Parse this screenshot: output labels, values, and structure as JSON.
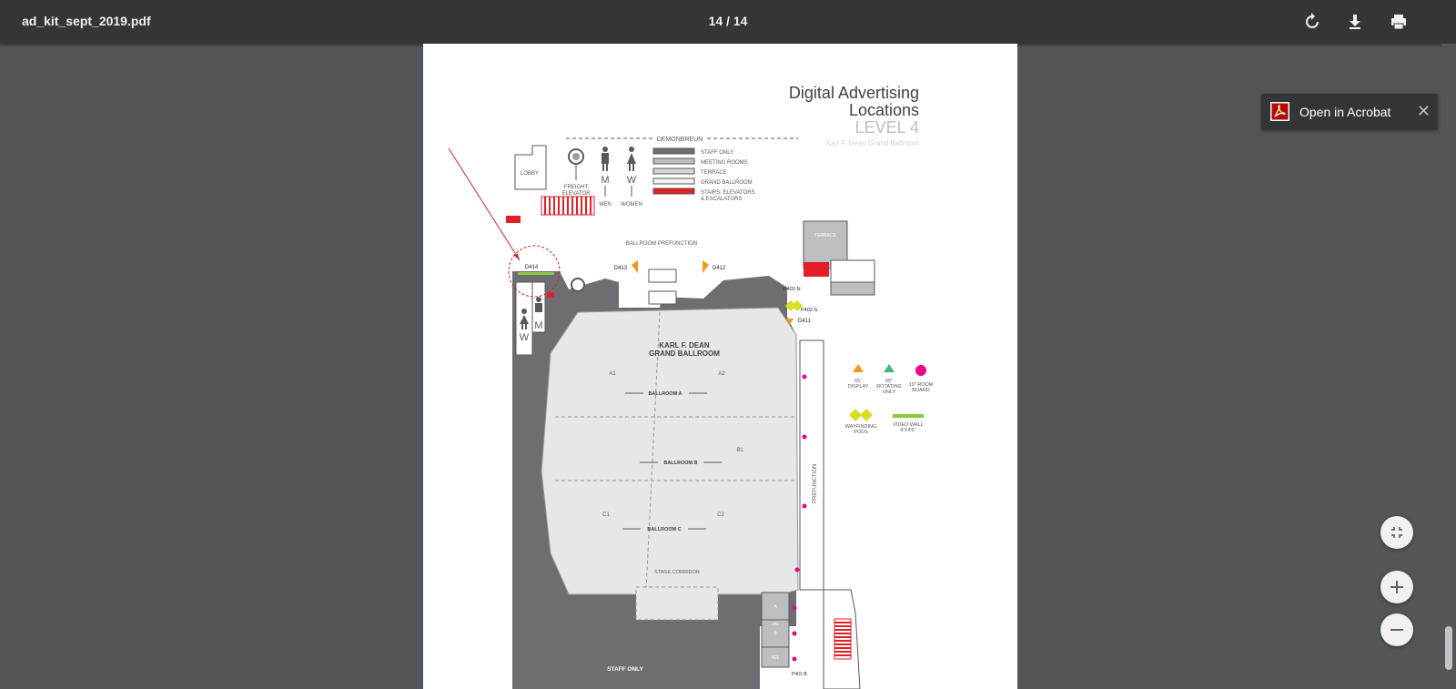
{
  "toolbar": {
    "filename": "ad_kit_sept_2019.pdf",
    "page_indicator": "14 / 14",
    "rotate_icon": "rotate-icon",
    "download_icon": "download-icon",
    "print_icon": "print-icon"
  },
  "acrobat_banner": {
    "label": "Open in Acrobat",
    "close": "✕"
  },
  "document": {
    "title_line1": "Digital Advertising",
    "title_line2": "Locations",
    "level": "LEVEL 4",
    "venue": "Karl F. Dean Grand Ballroom",
    "street": "DEMONBREUN",
    "legend_key": [
      "STAFF ONLY",
      "MEETING ROOMS",
      "TERRACE",
      "GRAND BALLROOM",
      "STAIRS, ELEVATORS",
      "& ESCALATORS"
    ],
    "freight_elevator_1": "FREIGHT",
    "freight_elevator_2": "ELEVATOR",
    "men_letter": "M",
    "women_letter": "W",
    "men_label": "MEN",
    "women_label": "WOMEN",
    "lobby": "LOBBY",
    "terrace": "TERRACE",
    "ballroom_prefunction": "BALLROOM PREFUNCTION",
    "d414": "D414",
    "d413": "D413",
    "d412": "D412",
    "d411": "D411",
    "p402n": "P402-N",
    "p402s": "P402-S",
    "p401": "P401-B",
    "ballroom_title_1": "KARL F. DEAN",
    "ballroom_title_2": "GRAND BALLROOM",
    "a1": "A1",
    "a2": "A2",
    "b1": "B1",
    "c1": "C1",
    "c2": "C2",
    "ballroom_a": "BALLROOM A",
    "ballroom_b": "BALLROOM B",
    "ballroom_c": "BALLROOM C",
    "stage_corridor": "STAGE CORRIDOR",
    "prefunction": "PREFUNCTION",
    "staff_only": "STAFF ONLY",
    "room_a": "A",
    "room_b": "B",
    "room_402": "402",
    "room_401": "401",
    "ad_legend": {
      "display_1": "65\"",
      "display_2": "DISPLAY",
      "rotating_1": "65\"",
      "rotating_2": "ROTATING",
      "rotating_3": "ONLY",
      "roomboard_1": "19\" ROOM",
      "roomboard_2": "BOARD",
      "pods_1": "WAYFINDING",
      "pods_2": "PODS",
      "videowall_1": "VIDEO WALL",
      "videowall_2": "8'X4'6\""
    }
  },
  "zoom": {
    "fit_icon": "fit-page-icon",
    "zoom_in_icon": "zoom-in-icon",
    "zoom_out_icon": "zoom-out-icon"
  },
  "colors": {
    "toolbar_bg": "#323639",
    "viewer_bg": "#525659",
    "staff_gray": "#6d6e71",
    "ballroom_fill": "#e6e7e8",
    "stairs_red": "#e21e26",
    "display_orange": "#f7941d",
    "rotating_green": "#3cb878",
    "roomboard_magenta": "#ec008c",
    "pods_yellow": "#d7df23",
    "videowall_green": "#8dc63f",
    "annotation_red": "#c62828"
  }
}
